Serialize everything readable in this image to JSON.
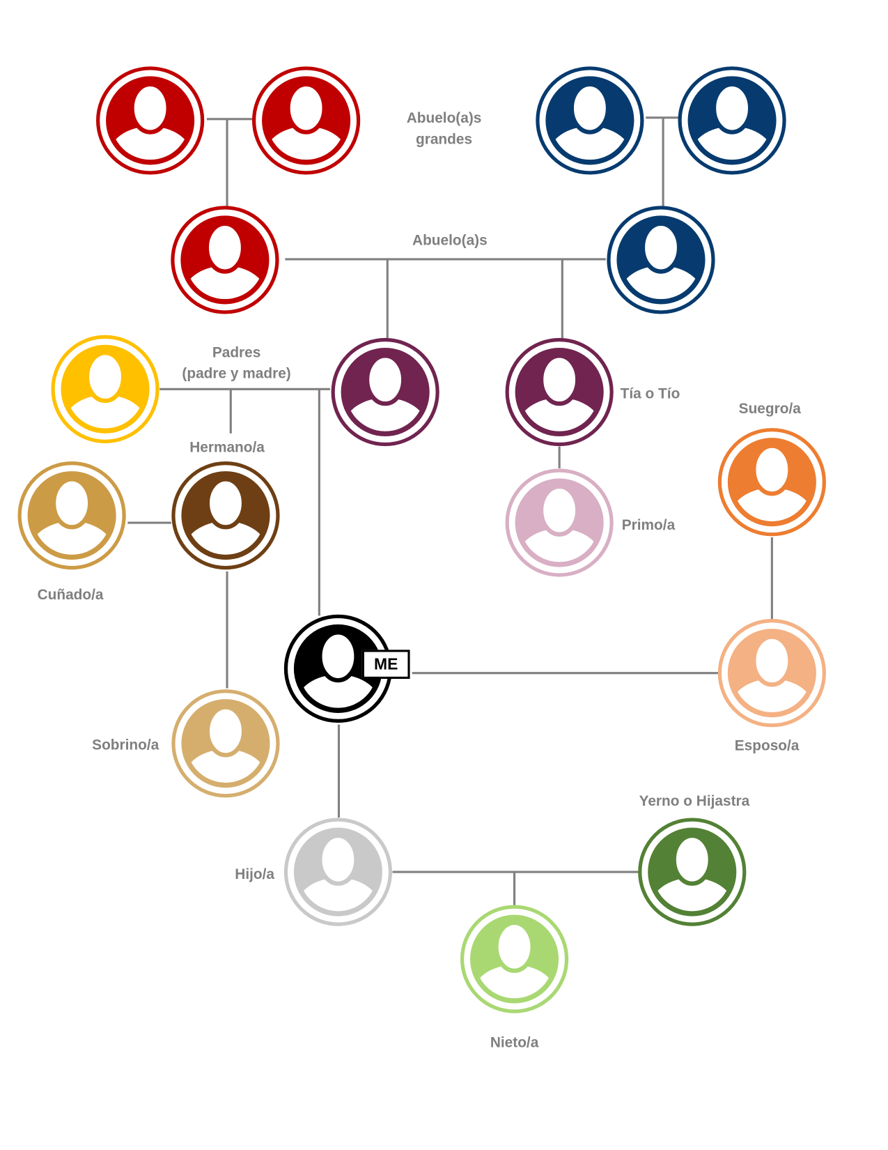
{
  "labels": {
    "great_grandparents_line1": "Abuelo(a)s",
    "great_grandparents_line2": "grandes",
    "grandparents": "Abuelo(a)s",
    "parents_line1": "Padres",
    "parents_line2": "(padre y madre)",
    "aunt_uncle": "Tía o Tío",
    "parent_in_law": "Suegro/a",
    "sibling": "Hermano/a",
    "cousin": "Primo/a",
    "sibling_in_law": "Cuñado/a",
    "nephew_niece": "Sobrino/a",
    "spouse": "Esposo/a",
    "child_in_law": "Yerno o Hijastra",
    "child": "Hijo/a",
    "grandchild": "Nieto/a",
    "me": "ME"
  },
  "nodes": [
    {
      "id": "ggp-red-1",
      "color": "#C00000"
    },
    {
      "id": "ggp-red-2",
      "color": "#C00000"
    },
    {
      "id": "ggp-blue-1",
      "color": "#073B6F"
    },
    {
      "id": "ggp-blue-2",
      "color": "#073B6F"
    },
    {
      "id": "gp-red",
      "color": "#C00000"
    },
    {
      "id": "gp-blue",
      "color": "#073B6F"
    },
    {
      "id": "parent-purple",
      "color": "#70244F"
    },
    {
      "id": "aunt-uncle",
      "color": "#70244F"
    },
    {
      "id": "parent-yellow",
      "color": "#FFC000"
    },
    {
      "id": "cousin",
      "color": "#D8AFC4"
    },
    {
      "id": "parent-in-law",
      "color": "#ED7D31"
    },
    {
      "id": "sibling",
      "color": "#6E3F14"
    },
    {
      "id": "sibling-in-law",
      "color": "#CC9B45"
    },
    {
      "id": "me",
      "color": "#000000"
    },
    {
      "id": "spouse",
      "color": "#F4B183"
    },
    {
      "id": "nephew-niece",
      "color": "#D5AE6E"
    },
    {
      "id": "child",
      "color": "#C9C9C9"
    },
    {
      "id": "child-in-law",
      "color": "#538135"
    },
    {
      "id": "grandchild",
      "color": "#A9D873"
    }
  ],
  "line_color": "#808080",
  "label_color": "#7F7F7F"
}
